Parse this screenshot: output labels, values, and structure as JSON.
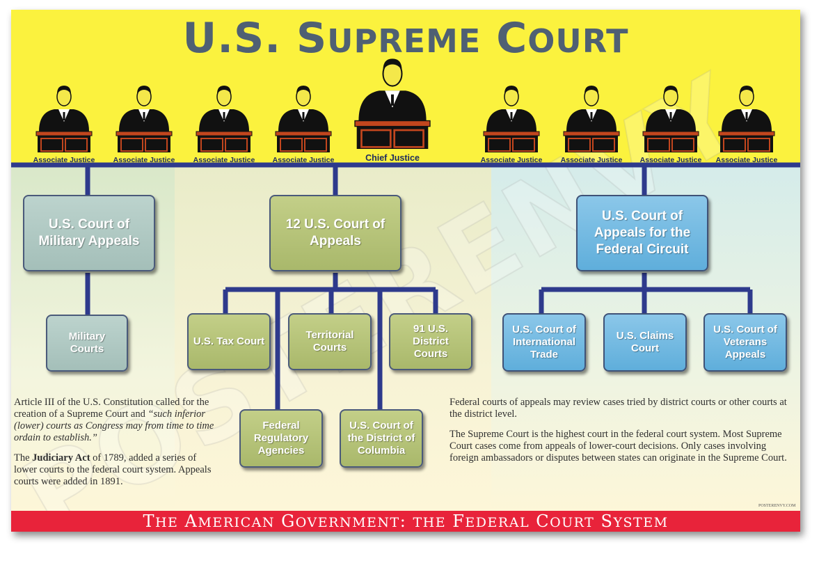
{
  "header": {
    "title": "U.S. Supreme Court"
  },
  "justices": [
    {
      "label": "Associate Justice"
    },
    {
      "label": "Associate Justice"
    },
    {
      "label": "Associate Justice"
    },
    {
      "label": "Associate Justice"
    },
    {
      "label": "Chief Justice"
    },
    {
      "label": "Associate Justice"
    },
    {
      "label": "Associate Justice"
    },
    {
      "label": "Associate Justice"
    },
    {
      "label": "Associate Justice"
    }
  ],
  "courts": {
    "military_appeals": "U.S. Court of Military Appeals",
    "military_courts": "Military Courts",
    "appeals_12": "12 U.S. Court of Appeals",
    "tax_court": "U.S. Tax Court",
    "territorial": "Territorial Courts",
    "district_91": "91 U.S. District Courts",
    "federal_regulatory": "Federal Regulatory Agencies",
    "dc_court": "U.S. Court of the District of Columbia",
    "federal_circuit": "U.S. Court of Appeals for the Federal Circuit",
    "international_trade": "U.S. Court of International Trade",
    "claims": "U.S. Claims Court",
    "veterans": "U.S. Court of Veterans Appeals"
  },
  "left_text": {
    "p1_a": "Article III of the U.S. Constitution called for the creation of a Supreme Court and ",
    "p1_quote": "“such inferior (lower) courts as Congress may from time to time ordain to establish.”",
    "p2_a": "The ",
    "p2_bold": "Judiciary Act",
    "p2_b": " of 1789, added a series of lower courts to the federal court system. Appeals courts were added in 1891."
  },
  "right_text": {
    "p1": "Federal courts of appeals may review cases tried by district courts or other courts at the district level.",
    "p2": "The Supreme Court is the highest court in the federal court system. Most Supreme Court cases come from appeals of lower-court decisions.  Only cases involving foreign ambassadors or disputes between states can originate in the Supreme Court."
  },
  "watermark": "POSTERENVY",
  "site": "POSTERENVY.COM",
  "footer": {
    "title": "The American Government: the Federal Court System"
  },
  "colors": {
    "header_yellow": "#fbf23e",
    "line_navy": "#2e3a8c",
    "footer_red": "#e8233a",
    "title_slate": "#4f6073"
  }
}
